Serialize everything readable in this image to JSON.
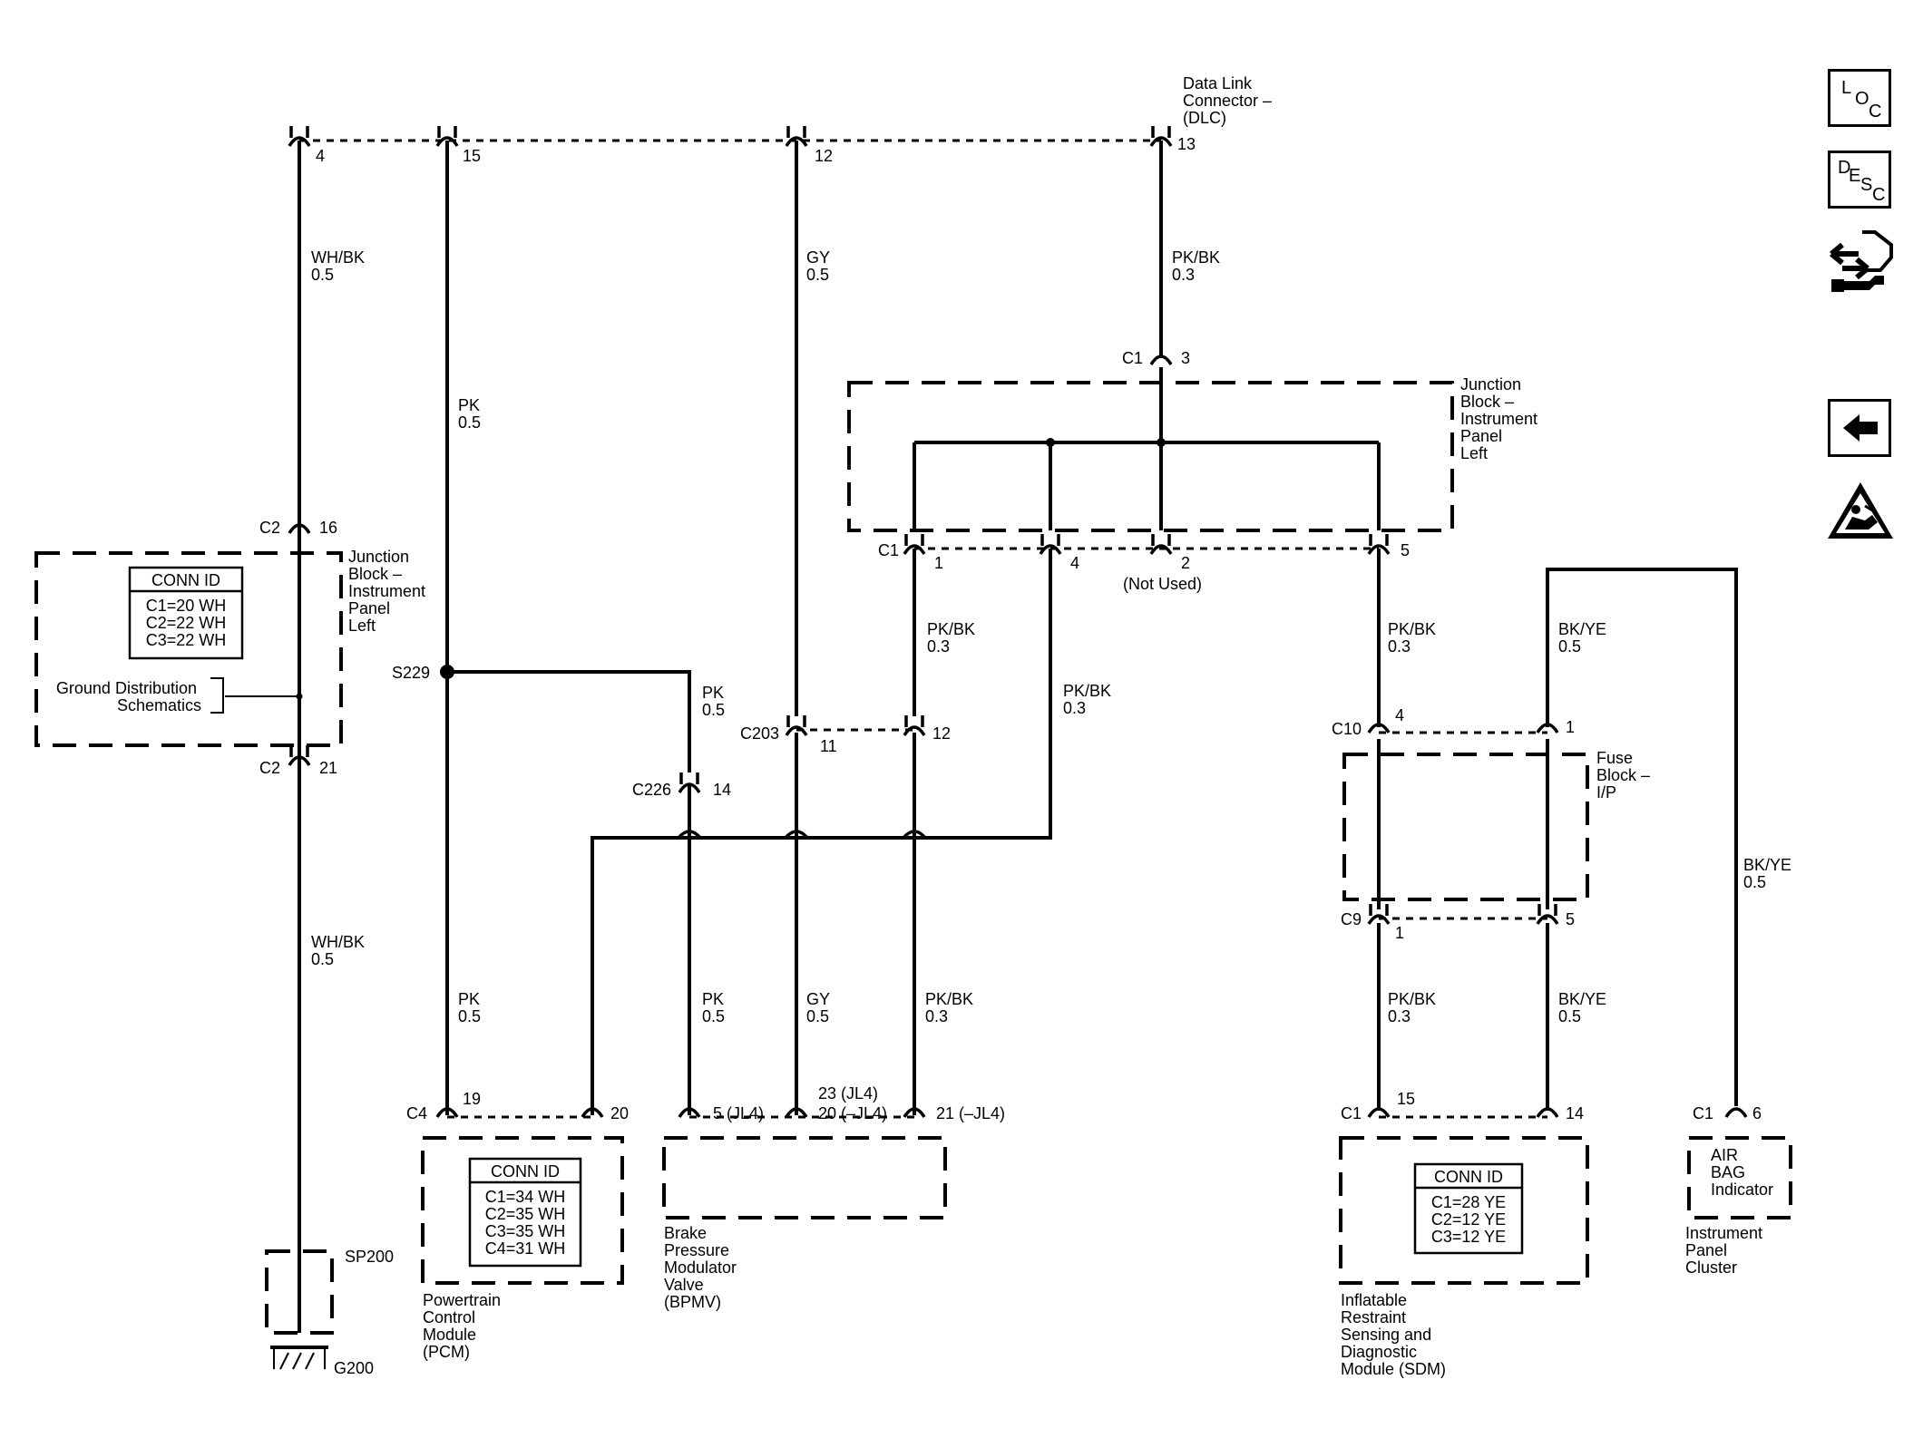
{
  "wire_labels": {
    "dlc_pin4": "4",
    "dlc_pin15": "15",
    "dlc_pin12": "12",
    "dlc_pin13": "13",
    "whbk_top_color": "WH/BK",
    "whbk_top_size": "0.5",
    "pk_top_color": "PK",
    "pk_top_size": "0.5",
    "gy_top_color": "GY",
    "gy_top_size": "0.5",
    "pkbk_top_color": "PK/BK",
    "pkbk_top_size": "0.3",
    "jb_c1": "C1",
    "jb_c1_pin3": "3",
    "c2": "C2",
    "c2_pin16": "16",
    "c2b": "C2",
    "c2_pin21": "21",
    "s229": "S229",
    "pk_s229_color": "PK",
    "pk_s229_size": "0.5",
    "c226": "C226",
    "c226_pin": "14",
    "c203": "C203",
    "c203_pin11": "11",
    "c203_pin12": "12",
    "c1_row": "C1",
    "c1_pin1": "1",
    "c1_pin4": "4",
    "c1_pin2": "2",
    "c1_pin5": "5",
    "not_used": "(Not Used)",
    "pkbk_a_color": "PK/BK",
    "pkbk_a_size": "0.3",
    "pkbk_b_color": "PK/BK",
    "pkbk_b_size": "0.3",
    "pkbk_c_color": "PK/BK",
    "pkbk_c_size": "0.3",
    "bkye_a_color": "BK/YE",
    "bkye_a_size": "0.5",
    "c10": "C10",
    "c10_pin4": "4",
    "c10_pin1": "1",
    "c9": "C9",
    "c9_pin1": "1",
    "c9_pin5": "5",
    "bkye_b_color": "BK/YE",
    "bkye_b_size": "0.5",
    "whbk_low_color": "WH/BK",
    "whbk_low_size": "0.5",
    "pk_pcm_color": "PK",
    "pk_pcm_size": "0.5",
    "pk_bpmv_color": "PK",
    "pk_bpmv_size": "0.5",
    "gy_bpmv_color": "GY",
    "gy_bpmv_size": "0.5",
    "pkbk_bpmv_color": "PK/BK",
    "pkbk_bpmv_size": "0.3",
    "pkbk_sdm_color": "PK/BK",
    "pkbk_sdm_size": "0.3",
    "bkye_sdm_color": "BK/YE",
    "bkye_sdm_size": "0.5",
    "c4": "C4",
    "c4_pin19": "19",
    "c4_pin20": "20",
    "bpmv_pin5": "5 (JL4)",
    "bpmv_pin23": "23 (JL4)",
    "bpmv_pin20": "20 (–JL4)",
    "bpmv_pin21": "21 (–JL4)",
    "sdm_c1": "C1",
    "sdm_pin15": "15",
    "sdm_pin14": "14",
    "ipc_c1": "C1",
    "ipc_pin6": "6",
    "sp200": "SP200",
    "g200": "G200"
  },
  "components": {
    "dlc": [
      "Data Link",
      "Connector –",
      "(DLC)"
    ],
    "jb_right": [
      "Junction",
      "Block –",
      "Instrument",
      "Panel",
      "Left"
    ],
    "jb_left": [
      "Junction",
      "Block –",
      "Instrument",
      "Panel",
      "Left"
    ],
    "ground_ref": [
      "Ground Distribution",
      "Schematics"
    ],
    "fuse_block": [
      "Fuse",
      "Block –",
      "I/P"
    ],
    "pcm": [
      "Powertrain",
      "Control",
      "Module",
      "(PCM)"
    ],
    "bpmv": [
      "Brake",
      "Pressure",
      "Modulator",
      "Valve",
      "(BPMV)"
    ],
    "sdm": [
      "Inflatable",
      "Restraint",
      "Sensing and",
      "Diagnostic",
      "Module (SDM)"
    ],
    "air_bag": [
      "AIR",
      "BAG",
      "Indicator"
    ],
    "ipc": [
      "Instrument",
      "Panel",
      "Cluster"
    ]
  },
  "conn_ids": {
    "jb": {
      "title": "CONN ID",
      "rows": [
        "C1=20 WH",
        "C2=22 WH",
        "C3=22 WH"
      ]
    },
    "pcm": {
      "title": "CONN ID",
      "rows": [
        "C1=34 WH",
        "C2=35 WH",
        "C3=35 WH",
        "C4=31 WH"
      ]
    },
    "sdm": {
      "title": "CONN ID",
      "rows": [
        "C1=28 YE",
        "C2=12 YE",
        "C3=12 YE"
      ]
    }
  },
  "nav": {
    "loc": {
      "letters": [
        "L",
        "O",
        "C"
      ],
      "icon": "location-icon"
    },
    "desc": {
      "letters": [
        "D",
        "E",
        "S",
        "C"
      ],
      "icon": "description-icon"
    },
    "service": {
      "icon": "connector-service-icon"
    },
    "back": {
      "icon": "back-arrow-icon"
    },
    "warning": {
      "icon": "warning-icon"
    }
  }
}
